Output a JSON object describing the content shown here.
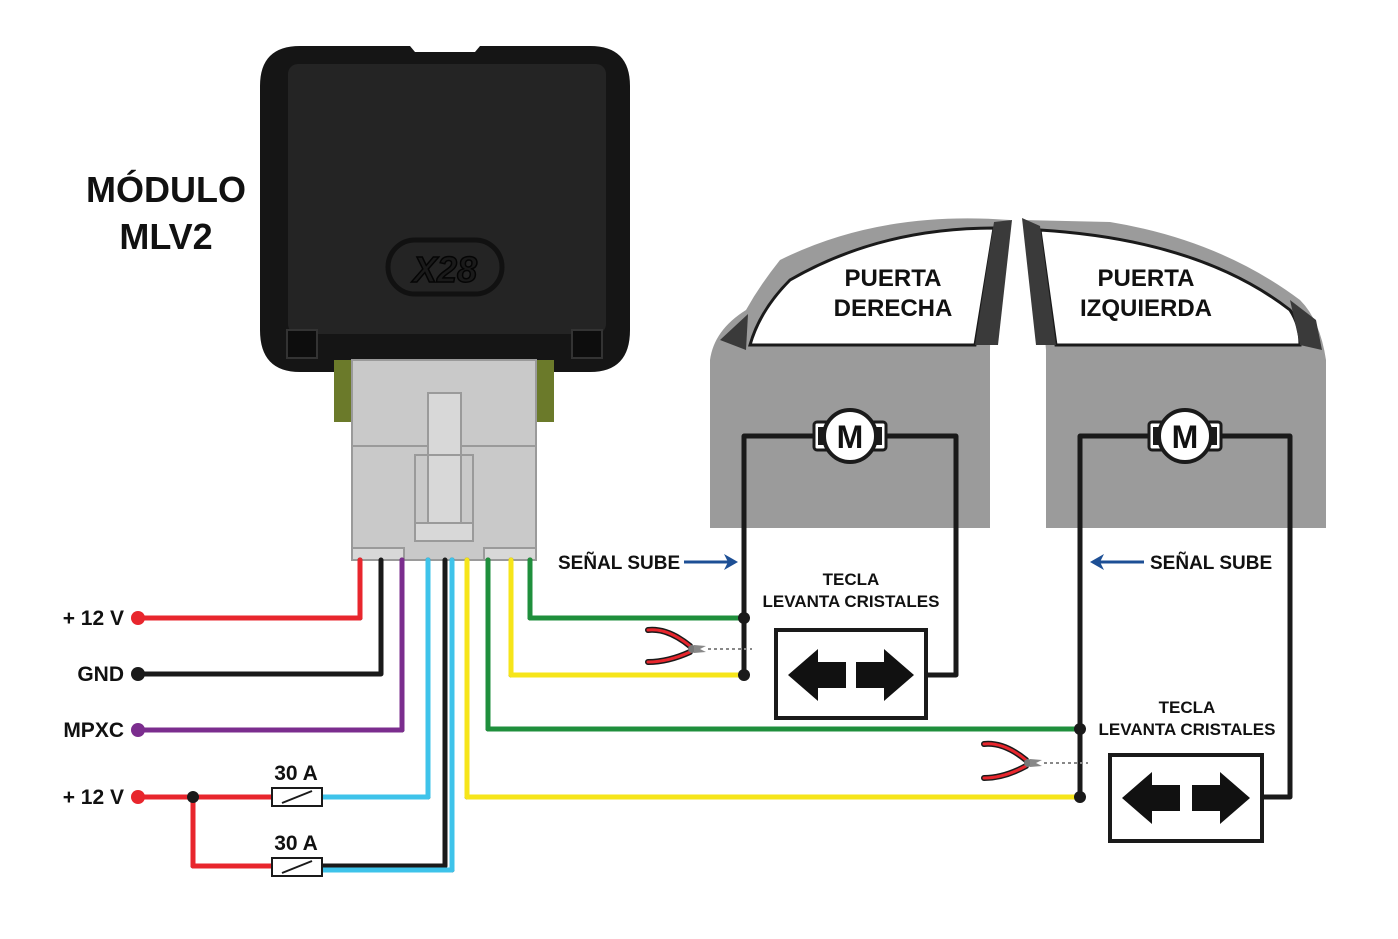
{
  "module": {
    "title_line1": "MÓDULO",
    "title_line2": "MLV2",
    "logo": "X28"
  },
  "doors": {
    "right": {
      "label_line1": "PUERTA",
      "label_line2": "DERECHA",
      "motor": "M"
    },
    "left": {
      "label_line1": "PUERTA",
      "label_line2": "IZQUIERDA",
      "motor": "M"
    }
  },
  "signals": {
    "right": "SEÑAL SUBE",
    "left": "SEÑAL SUBE"
  },
  "switches": {
    "right": {
      "line1": "TECLA",
      "line2": "LEVANTA CRISTALES"
    },
    "left": {
      "line1": "TECLA",
      "line2": "LEVANTA CRISTALES"
    }
  },
  "inputs": {
    "plus12_a": "+ 12 V",
    "gnd": "GND",
    "mpxc": "MPXC",
    "plus12_b": "+ 12 V"
  },
  "fuses": {
    "fuse1": "30 A",
    "fuse2": "30 A"
  },
  "colors": {
    "red": "#e8262d",
    "black": "#1a1a1a",
    "purple": "#7b2d8e",
    "cyan": "#3ec3ea",
    "green": "#1f8f3c",
    "yellow": "#f6e51a",
    "door_gray": "#9b9b9b",
    "arrow_blue": "#1d4f95",
    "connector_olive": "#6b7a2a",
    "module_body": "#1c1c1c"
  }
}
